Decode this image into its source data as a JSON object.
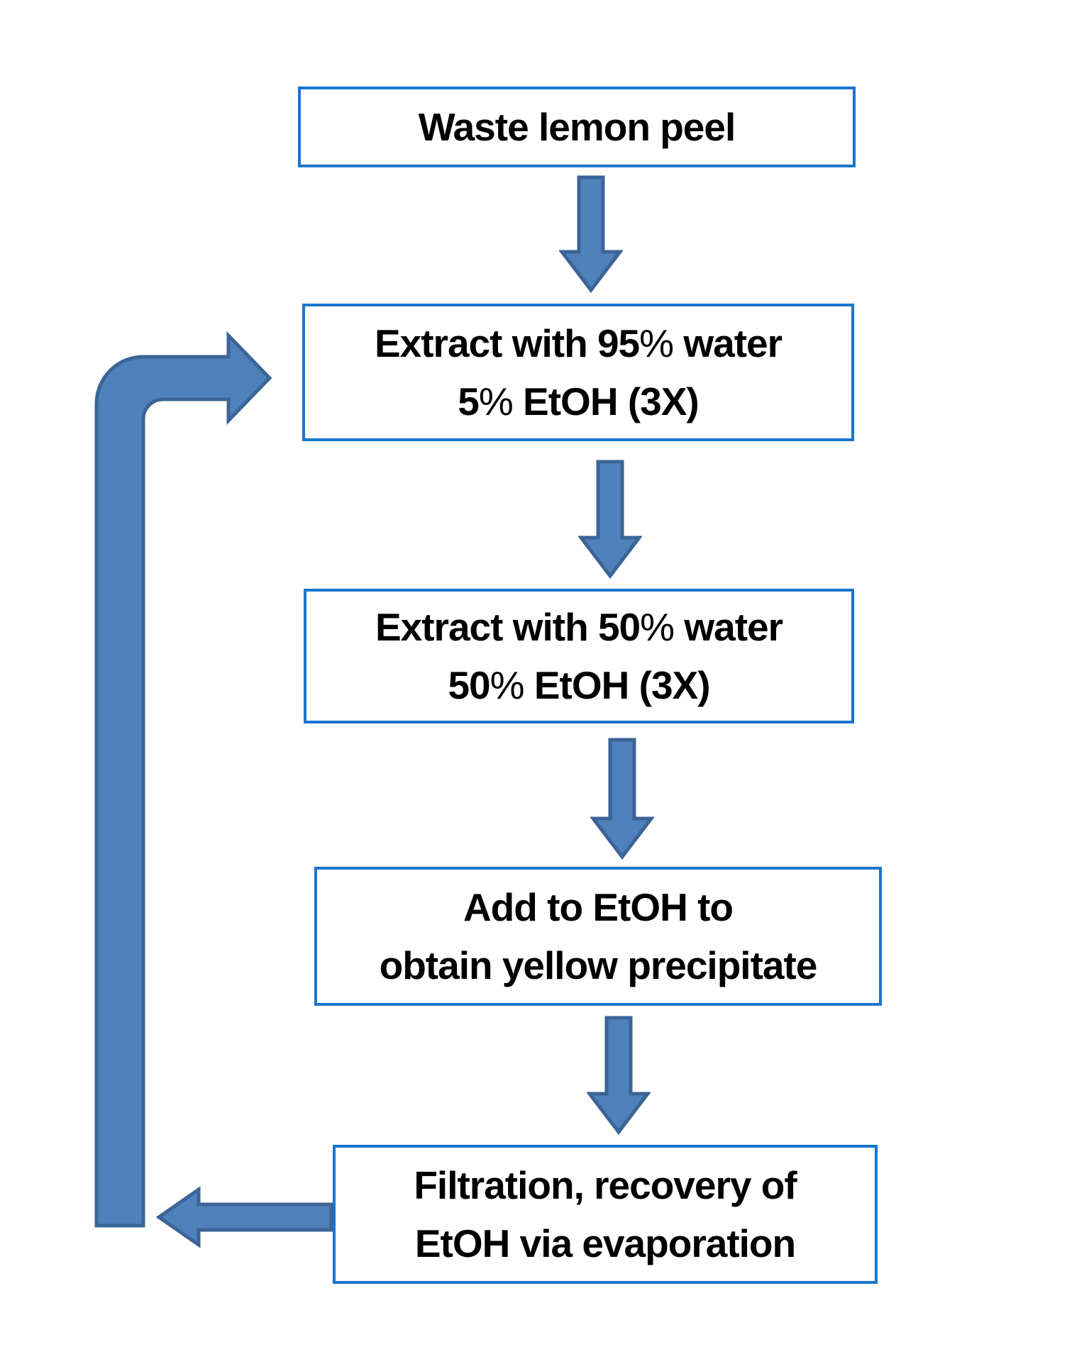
{
  "flowchart": {
    "title_semantics": "Waste lemon peel extraction process flowchart",
    "colors": {
      "background": "#ffffff",
      "box_border": "#1a75cc",
      "arrow_fill": "#4f81bb",
      "arrow_stroke": "#3c6496",
      "text": "#000000"
    },
    "nodes": [
      {
        "id": "waste-lemon-peel",
        "lines": [
          "Waste lemon peel"
        ]
      },
      {
        "id": "extract-95-water",
        "lines": [
          "Extract with 95% water",
          "5% EtOH (3X)"
        ]
      },
      {
        "id": "extract-50-water",
        "lines": [
          "Extract with 50% water",
          "50% EtOH (3X)"
        ]
      },
      {
        "id": "add-to-etoh",
        "lines": [
          "Add to EtOH to",
          "obtain yellow precipitate"
        ]
      },
      {
        "id": "filtration",
        "lines": [
          "Filtration, recovery of",
          "EtOH via evaporation"
        ]
      }
    ],
    "arrows": [
      {
        "id": "arrow-1",
        "type": "down",
        "from": "waste-lemon-peel",
        "to": "extract-95-water"
      },
      {
        "id": "arrow-2",
        "type": "down",
        "from": "extract-95-water",
        "to": "extract-50-water"
      },
      {
        "id": "arrow-3",
        "type": "down",
        "from": "extract-50-water",
        "to": "add-to-etoh"
      },
      {
        "id": "arrow-4",
        "type": "down",
        "from": "add-to-etoh",
        "to": "filtration"
      },
      {
        "id": "return-arrow",
        "type": "left",
        "from": "filtration",
        "to": "loop-arrow"
      },
      {
        "id": "loop-arrow",
        "type": "bent-up-right-recycle",
        "from": "filtration",
        "to": "extract-95-water"
      }
    ]
  }
}
